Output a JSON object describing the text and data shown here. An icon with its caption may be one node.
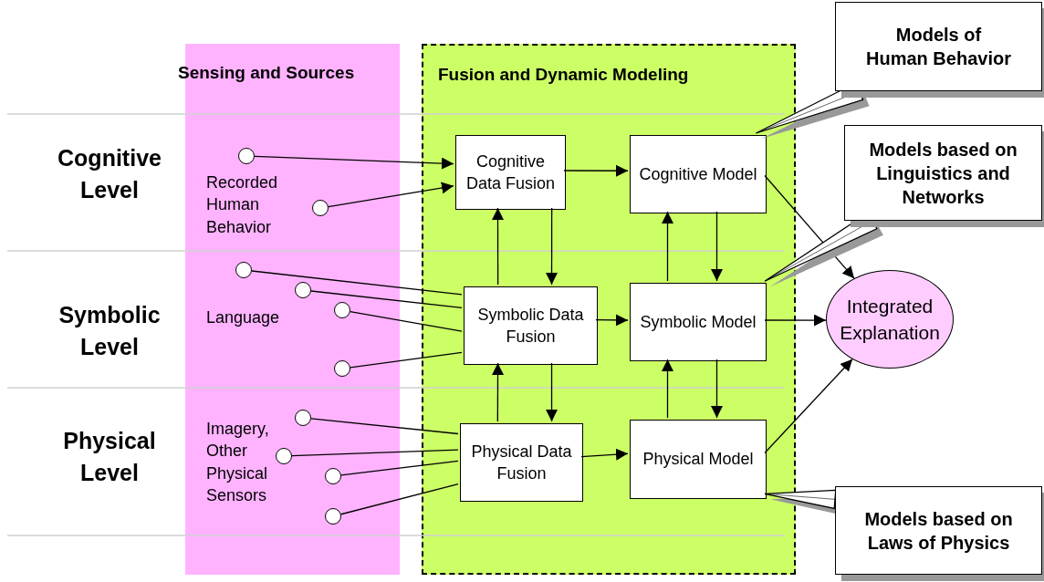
{
  "diagram": {
    "nodes": [
      {
        "text": [
          "Sensing and Sources"
        ]
      },
      {
        "text": [
          "Fusion and Dynamic Modeling"
        ]
      },
      {
        "text": [
          "Cognitive Data Fusion"
        ],
        "in": 1
      },
      {
        "text": [
          "Cognitive Model"
        ],
        "in": 1
      },
      {
        "text": [
          "Symbolic Data Fusion"
        ],
        "in": 1
      },
      {
        "text": [
          "Symbolic Model"
        ],
        "in": 1
      },
      {
        "text": [
          "Physical Data Fusion"
        ],
        "in": 1
      },
      {
        "text": [
          "Physical Model"
        ],
        "in": 1
      },
      {
        "text": [
          "Integrated Explanation"
        ]
      },
      {
        "text": [
          "Models of Human Behavior"
        ]
      },
      {
        "text": [
          "Models based on Linguistics and Networks"
        ]
      },
      {
        "text": [
          "Models based on Laws of Physics"
        ]
      },
      {
        "text": [],
        "shape": "circle",
        "in": 0
      },
      {
        "text": [],
        "shape": "circle",
        "in": 0
      },
      {
        "text": [],
        "shape": "circle",
        "in": 0
      },
      {
        "text": [],
        "shape": "circle",
        "in": 0
      },
      {
        "text": [],
        "shape": "circle",
        "in": 0
      },
      {
        "text": [],
        "shape": "circle",
        "in": 0
      },
      {
        "text": [],
        "shape": "circle",
        "in": 0
      },
      {
        "text": [],
        "shape": "circle",
        "in": 0
      },
      {
        "text": [],
        "shape": "circle",
        "in": 0
      },
      {
        "text": [],
        "shape": "circle",
        "in": 0
      }
    ],
    "edges": [
      {
        "from": 12,
        "to": 2,
        "arrow": "to"
      },
      {
        "from": 13,
        "to": 2,
        "arrow": "to"
      },
      {
        "from": 14,
        "to": 4,
        "arrow": "none"
      },
      {
        "from": 15,
        "to": 4,
        "arrow": "none"
      },
      {
        "from": 16,
        "to": 4,
        "arrow": "none"
      },
      {
        "from": 17,
        "to": 4,
        "arrow": "none"
      },
      {
        "from": 18,
        "to": 6,
        "arrow": "none"
      },
      {
        "from": 19,
        "to": 6,
        "arrow": "none"
      },
      {
        "from": 20,
        "to": 6,
        "arrow": "none"
      },
      {
        "from": 21,
        "to": 6,
        "arrow": "none"
      },
      {
        "from": 2,
        "to": 3,
        "arrow": "to"
      },
      {
        "from": 4,
        "to": 2,
        "arrow": "to"
      },
      {
        "from": 2,
        "to": 4,
        "arrow": "to"
      },
      {
        "from": 5,
        "to": 3,
        "arrow": "to"
      },
      {
        "from": 3,
        "to": 5,
        "arrow": "to"
      },
      {
        "from": 4,
        "to": 5,
        "arrow": "to"
      },
      {
        "from": 6,
        "to": 4,
        "arrow": "to"
      },
      {
        "from": 4,
        "to": 6,
        "arrow": "to"
      },
      {
        "from": 7,
        "to": 5,
        "arrow": "to"
      },
      {
        "from": 5,
        "to": 7,
        "arrow": "to"
      },
      {
        "from": 6,
        "to": 7,
        "arrow": "to"
      },
      {
        "from": 3,
        "to": 8,
        "arrow": "to"
      },
      {
        "from": 5,
        "to": 8,
        "arrow": "to"
      },
      {
        "from": 7,
        "to": 8,
        "arrow": "to"
      },
      {
        "from": 9,
        "to": 3,
        "arrow": "none"
      },
      {
        "from": 10,
        "to": 5,
        "arrow": "none"
      },
      {
        "from": 11,
        "to": 7,
        "arrow": "none"
      }
    ],
    "labels": [
      "Cognitive Level",
      "Recorded Human Behavior",
      "Symbolic Level",
      "Language",
      "Physical Level",
      "Imagery, Other Physical Sensors"
    ]
  }
}
